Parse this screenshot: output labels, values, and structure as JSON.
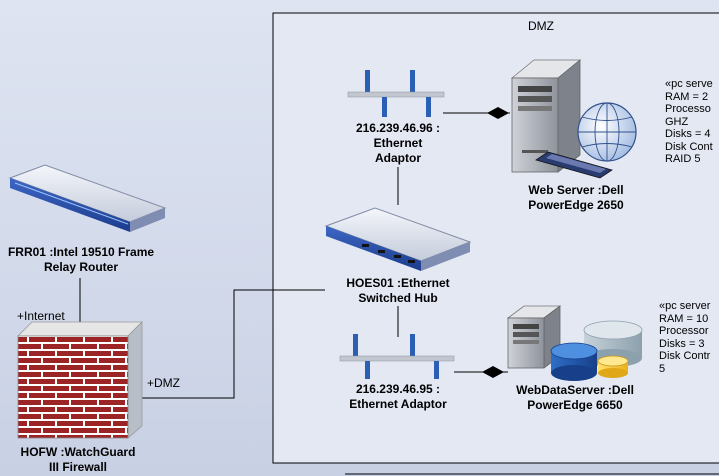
{
  "boundary": {
    "label": "DMZ"
  },
  "nodes": {
    "frame_relay_router": {
      "line1": "FRR01 :Intel 19510 Frame",
      "line2": "Relay Router"
    },
    "firewall": {
      "line1": "HOFW :WatchGuard",
      "line2": "III Firewall"
    },
    "hub": {
      "line1": "HOES01 :Ethernet",
      "line2": "Switched Hub"
    },
    "adaptor_top": {
      "line1": "216.239.46.96 :",
      "line2": "Ethernet",
      "line3": "Adaptor"
    },
    "adaptor_bottom": {
      "line1": "216.239.46.95 :",
      "line2": "Ethernet Adaptor"
    },
    "web_server": {
      "line1": "Web Server :Dell",
      "line2": "PowerEdge 2650"
    },
    "web_data_server": {
      "line1": "WebDataServer :Dell",
      "line2": "PowerEdge 6650"
    }
  },
  "connectors": {
    "internet": "+Internet",
    "dmz": "+DMZ"
  },
  "notes": {
    "web_server": [
      "«pc serve",
      "RAM = 2",
      "Processo",
      "GHZ",
      "Disks = 4",
      "Disk Cont",
      "RAID 5"
    ],
    "web_data_server": [
      "«pc server",
      "RAM = 10",
      "Processor",
      "Disks = 3",
      "Disk Contr",
      "5"
    ]
  },
  "colors": {
    "boundary_bg": "#e3e8f3",
    "device_blue": "#2a4fa8",
    "firewall_brick": "#9c2424",
    "accent_blue": "#1f5fa8"
  },
  "icons": {
    "router": "router-icon",
    "hub": "hub-icon",
    "firewall": "firewall-icon",
    "adaptor": "ethernet-adaptor-icon",
    "server": "server-tower-icon",
    "globe": "globe-icon",
    "database": "database-icon"
  }
}
